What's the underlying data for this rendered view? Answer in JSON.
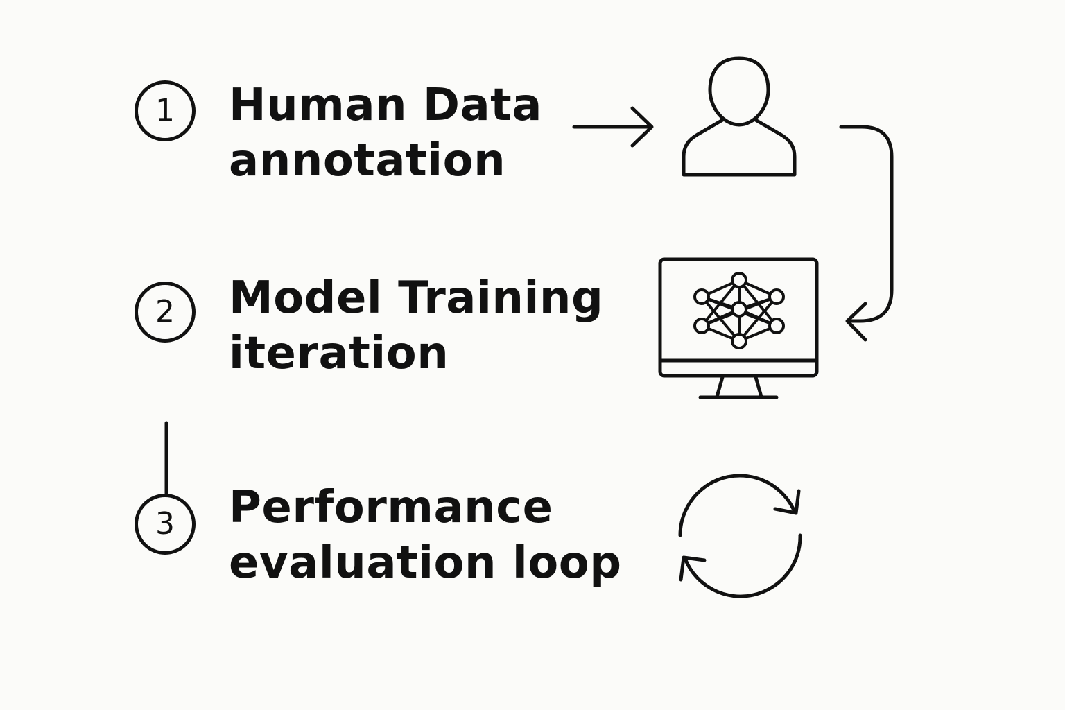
{
  "steps": [
    {
      "number": "1",
      "line1": "Human Data",
      "line2": "annotation",
      "icon": "person-icon"
    },
    {
      "number": "2",
      "line1": "Model Training",
      "line2": "iteration",
      "icon": "monitor-neural-network-icon"
    },
    {
      "number": "3",
      "line1": "Performance",
      "line2": "evaluation loop",
      "icon": "refresh-cycle-icon"
    }
  ],
  "colors": {
    "background": "#fbfbf9",
    "ink": "#111111"
  }
}
